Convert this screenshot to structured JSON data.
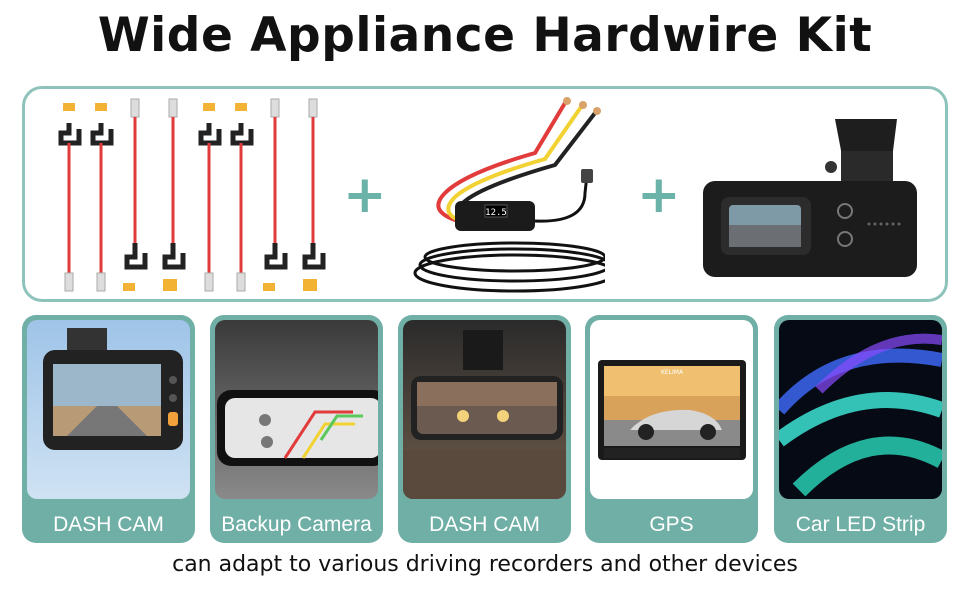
{
  "title": "Wide Appliance Hardwire Kit",
  "kit": {
    "plus_1": "+",
    "plus_2": "+",
    "module_display": "12.5"
  },
  "cards": [
    {
      "label": "DASH CAM"
    },
    {
      "label": "Backup Camera"
    },
    {
      "label": "DASH CAM"
    },
    {
      "label": "GPS",
      "brand": "KELIMA"
    },
    {
      "label": "Car LED Strip"
    }
  ],
  "caption": "can adapt to various driving recorders and other devices",
  "colors": {
    "accent": "#6fafa6",
    "border": "#8ec3bb",
    "plus": "#6bb3a8"
  }
}
